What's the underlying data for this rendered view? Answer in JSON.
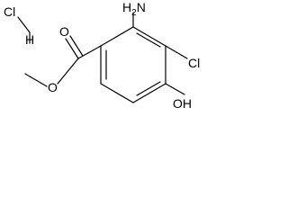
{
  "molecule": {
    "hcl": {
      "cl": "Cl",
      "h": "H"
    },
    "amine": {
      "symbol": "H",
      "subscript": "2",
      "n": "N"
    },
    "chloro": "Cl",
    "hydroxyl": "OH",
    "ester_oxygen": "O",
    "carbonyl_oxygen": "O"
  },
  "colors": {
    "bond": "#000000",
    "label": "#000000",
    "background": "#ffffff"
  }
}
